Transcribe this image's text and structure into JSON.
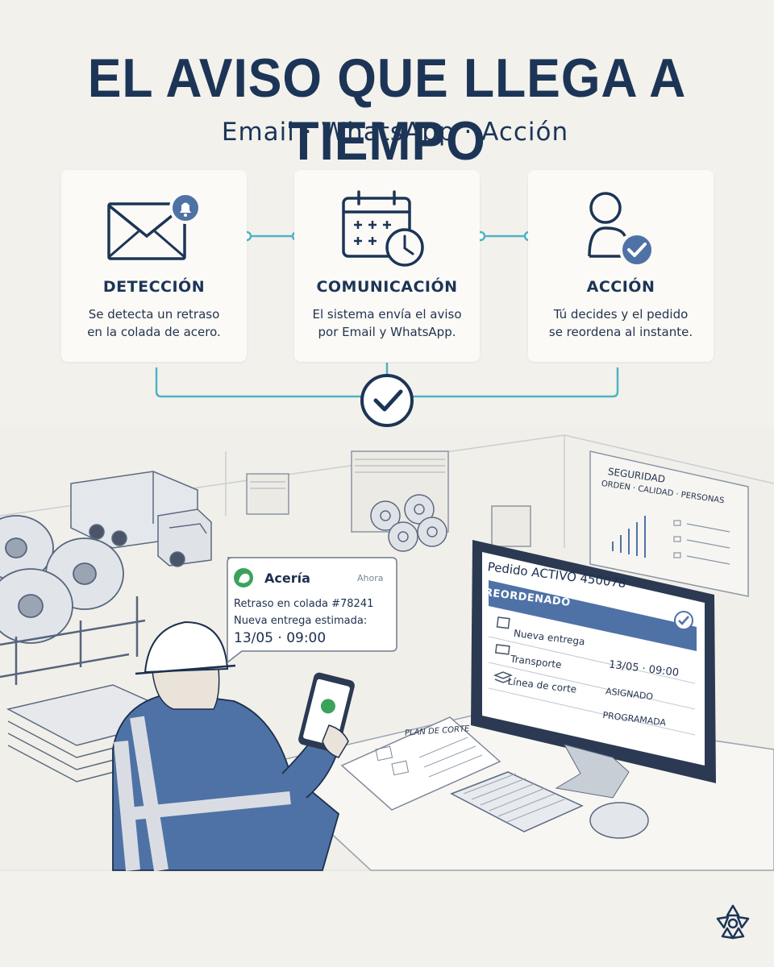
{
  "header": {
    "title": "EL AVISO QUE LLEGA A TIEMPO",
    "subtitle": "Email · WhatsApp · Acción"
  },
  "steps": [
    {
      "title": "DETECCIÓN",
      "line1": "Se detecta un retraso",
      "line2": "en la colada de acero.",
      "icon": "envelope-bell-icon"
    },
    {
      "title": "COMUNICACIÓN",
      "line1": "El sistema envía el aviso",
      "line2": "por Email y WhatsApp.",
      "icon": "calendar-clock-icon"
    },
    {
      "title": "ACCIÓN",
      "line1": "Tú decides y el pedido",
      "line2": "se reordena al instante.",
      "icon": "user-check-icon"
    }
  ],
  "notification": {
    "sender": "Acería",
    "time": "Ahora",
    "line1": "Retraso en colada #78241",
    "line2": "Nueva entrega estimada:",
    "datetime": "13/05 · 09:00",
    "icon": "whatsapp-icon"
  },
  "monitor": {
    "title": "Pedido ACTIVO 450078",
    "banner": "REORDENADO",
    "rows": [
      {
        "label": "Nueva entrega",
        "value": "13/05 · 09:00",
        "icon": "calendar-icon"
      },
      {
        "label": "Transporte",
        "value": "ASIGNADO",
        "icon": "truck-icon"
      },
      {
        "label": "Línea de corte",
        "value": "PROGRAMADA",
        "icon": "layers-icon"
      }
    ]
  },
  "poster": {
    "heading": "SEGURIDAD",
    "subheading": "ORDEN · CALIDAD · PERSONAS"
  },
  "plan": {
    "label": "PLAN DE CORTE"
  },
  "colors": {
    "navy": "#1c3557",
    "accent_blue": "#4f72a6",
    "teal_connector": "#4fb3c4",
    "background": "#f3f1ec"
  }
}
